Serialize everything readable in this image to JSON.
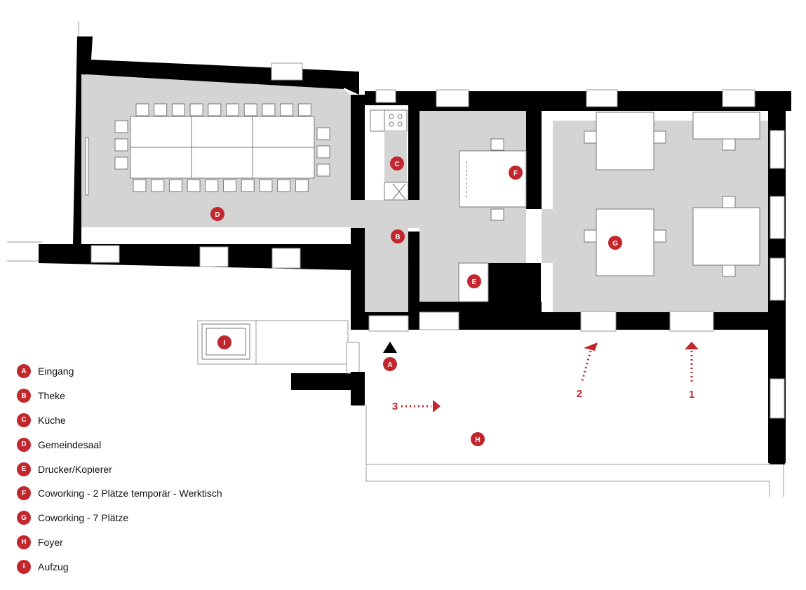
{
  "markers": {
    "A": "A",
    "B": "B",
    "C": "C",
    "D": "D",
    "E": "E",
    "F": "F",
    "G": "G",
    "H": "H",
    "I": "I"
  },
  "entrances": {
    "one": "1",
    "two": "2",
    "three": "3"
  },
  "legend": [
    {
      "key": "A",
      "label": "Eingang"
    },
    {
      "key": "B",
      "label": "Theke"
    },
    {
      "key": "C",
      "label": "Küche"
    },
    {
      "key": "D",
      "label": "Gemeindesaal"
    },
    {
      "key": "E",
      "label": "Drucker/Kopierer"
    },
    {
      "key": "F",
      "label": "Coworking - 2 Plätze temporär - Werktisch"
    },
    {
      "key": "G",
      "label": "Coworking - 7 Plätze"
    },
    {
      "key": "H",
      "label": "Foyer"
    },
    {
      "key": "I",
      "label": "Aufzug"
    }
  ],
  "colors": {
    "wall": "#000000",
    "floor": "#d4d4d4",
    "marker": "#c1272d",
    "furniture": "#ffffff"
  }
}
